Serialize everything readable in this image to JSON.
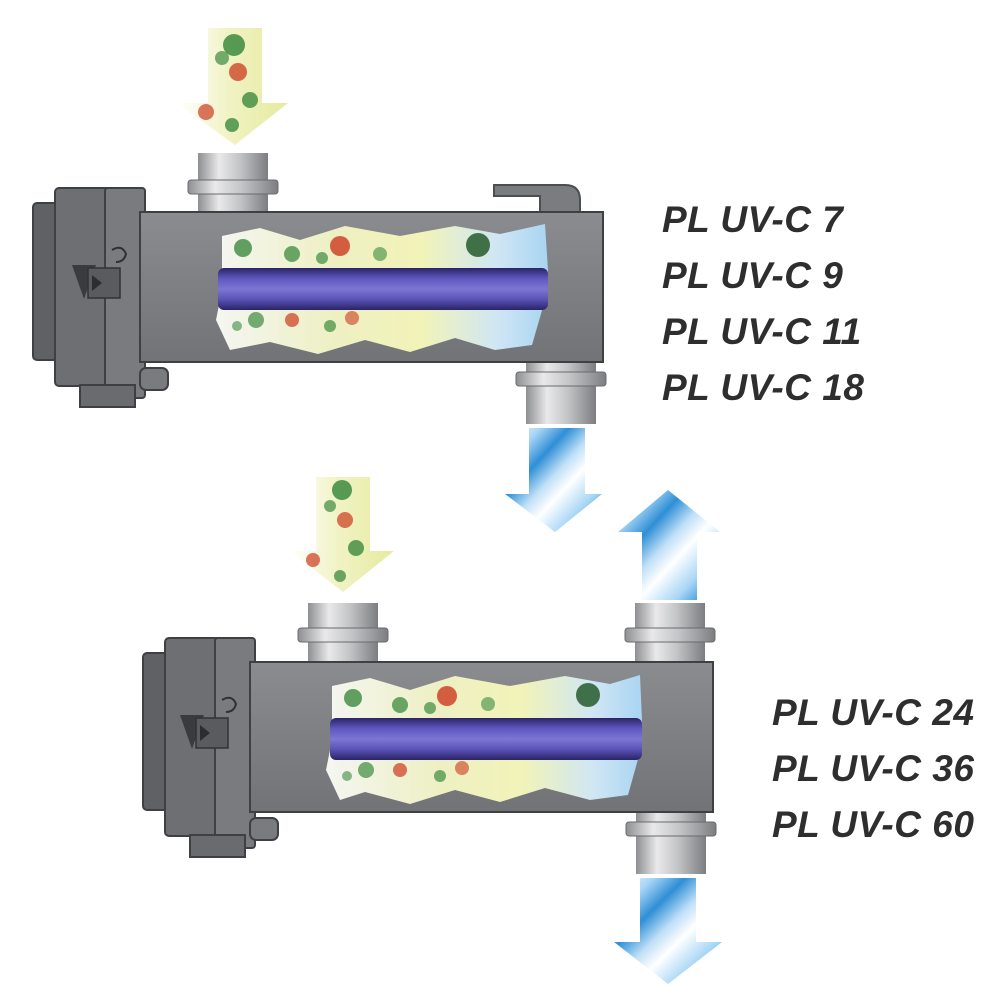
{
  "unit_small": {
    "models": [
      "PL UV-C 7",
      "PL UV-C 9",
      "PL UV-C 11",
      "PL UV-C 18"
    ]
  },
  "unit_large": {
    "models": [
      "PL UV-C 24",
      "PL UV-C 36",
      "PL UV-C 60"
    ]
  },
  "colors": {
    "housing": "#7f8083",
    "housing_dark": "#555659",
    "lamp": "#5b53b4",
    "inflow_water": "#e8edb8",
    "clean_water": "#3d9bd8",
    "algae": "#3c8a3f",
    "bacteria": "#cc3a1e"
  },
  "icons": [
    "downward-arrow-icon",
    "upward-arrow-icon",
    "lamp-tube-icon"
  ]
}
